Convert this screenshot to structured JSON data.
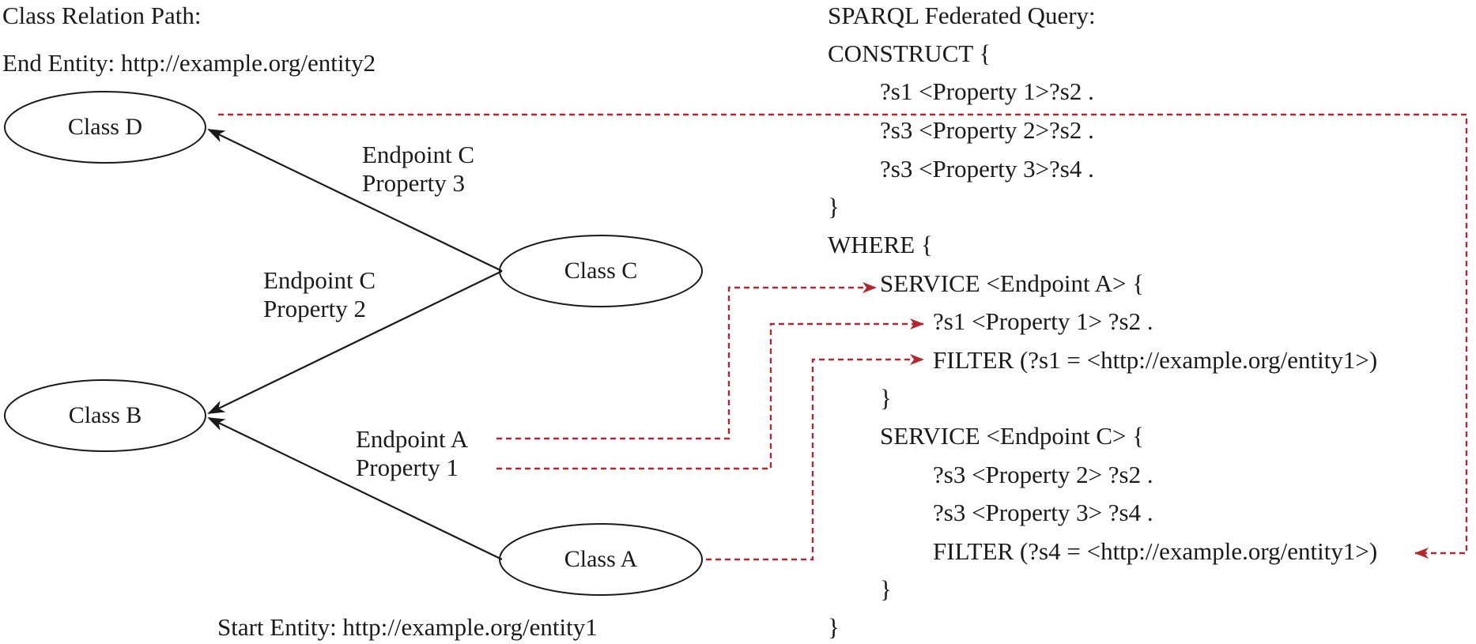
{
  "left_panel": {
    "title": "Class Relation Path:",
    "end_entity": "End Entity: http://example.org/entity2",
    "start_entity": "Start Entity: http://example.org/entity1"
  },
  "nodes": {
    "class_d": "Class D",
    "class_c": "Class C",
    "class_b": "Class B",
    "class_a": "Class A"
  },
  "edges": {
    "c_to_d": {
      "endpoint": "Endpoint C",
      "property": "Property 3"
    },
    "c_to_b": {
      "endpoint": "Endpoint C",
      "property": "Property 2"
    },
    "a_to_b": {
      "endpoint": "Endpoint A",
      "property": "Property 1"
    }
  },
  "query": {
    "title": "SPARQL Federated Query:",
    "lines": [
      "CONSTRUCT {",
      "?s1 <Property 1>?s2 .",
      "?s3 <Property 2>?s2 .",
      "?s3 <Property 3>?s4 .",
      "}",
      "WHERE {",
      "SERVICE <Endpoint A> {",
      "?s1 <Property 1> ?s2 .",
      "FILTER (?s1 = <http://example.org/entity1>)",
      "}",
      "SERVICE <Endpoint C> {",
      "?s3 <Property 2> ?s2 .",
      "?s3 <Property 3> ?s4 .",
      "FILTER (?s4 = <http://example.org/entity1>)",
      "}",
      "}"
    ]
  },
  "colors": {
    "ink": "#1a1a1a",
    "dashed_connector": "#b5262e"
  }
}
